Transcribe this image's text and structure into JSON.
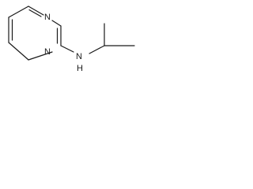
{
  "molecule": {
    "atoms": {
      "n_ring_top": "N",
      "n_ring_bottom": "N",
      "nh_n": "N",
      "nh_h": "H"
    }
  }
}
